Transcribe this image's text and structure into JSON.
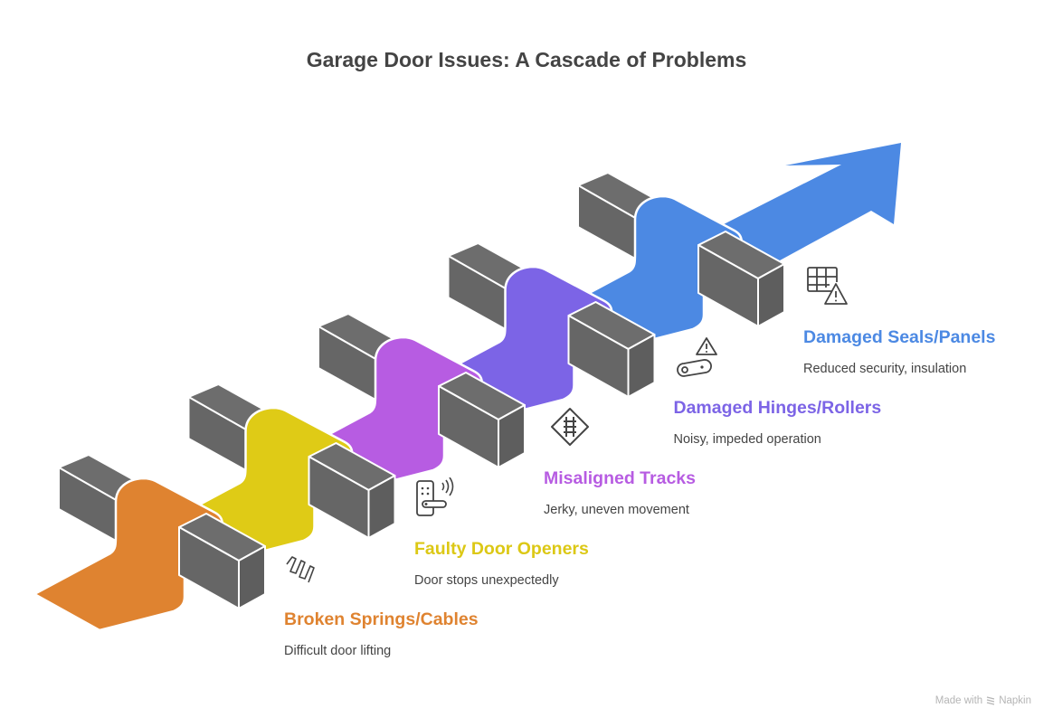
{
  "title": "Garage Door Issues: A Cascade of Problems",
  "colors": {
    "block": "#666666",
    "outline": "#ffffff",
    "text": "#444444",
    "icon": "#444444"
  },
  "stages": [
    {
      "label": "Broken Springs/Cables",
      "description": "Difficult door lifting",
      "color": "#DF8330",
      "icon": "spring-icon"
    },
    {
      "label": "Faulty Door Openers",
      "description": "Door stops unexpectedly",
      "color": "#DFCB16",
      "icon": "smart-lock-icon"
    },
    {
      "label": "Misaligned Tracks",
      "description": "Jerky, uneven movement",
      "color": "#B75CE2",
      "icon": "railroad-track-sign-icon"
    },
    {
      "label": "Damaged Hinges/Rollers",
      "description": "Noisy, impeded operation",
      "color": "#7C64E6",
      "icon": "roller-warning-icon"
    },
    {
      "label": "Damaged Seals/Panels",
      "description": "Reduced security, insulation",
      "color": "#4C89E3",
      "icon": "panel-warning-icon"
    }
  ],
  "footer": {
    "prefix": "Made with",
    "brand": "Napkin"
  }
}
